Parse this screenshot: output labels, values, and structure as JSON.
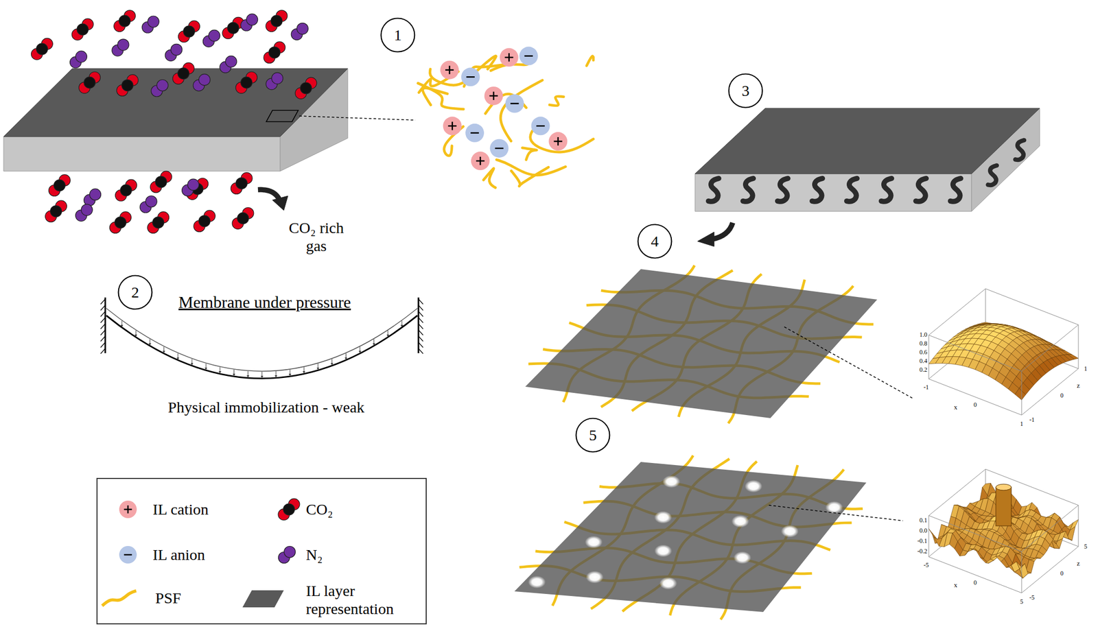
{
  "diagram": {
    "nodes": [
      {
        "text": [
          "1"
        ]
      },
      {
        "text": [
          "2"
        ]
      },
      {
        "text": [
          "3"
        ]
      },
      {
        "text": [
          "4"
        ]
      },
      {
        "text": [
          "5"
        ]
      }
    ],
    "labels": [
      "CO₂ rich gas",
      "Membrane under pressure",
      "Physical immobilization - weak",
      "1.0",
      "0.8",
      "0.6",
      "0.4",
      "0.2",
      "-1",
      "x",
      "0",
      "1",
      "1",
      "z",
      "0",
      "-1",
      "0.1",
      "0.0",
      "-0.1",
      "-0.2",
      "-5",
      "x",
      "0",
      "5",
      "5",
      "z",
      "0",
      "-5"
    ],
    "legend": [
      {
        "text": "IL cation"
      },
      {
        "text": "CO₂"
      },
      {
        "text": "IL anion"
      },
      {
        "text": "N₂"
      },
      {
        "text": "PSF"
      },
      {
        "text": "IL layer representation"
      }
    ]
  }
}
